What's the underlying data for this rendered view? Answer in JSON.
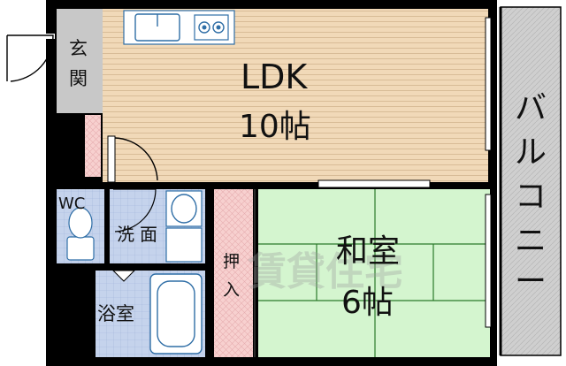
{
  "rooms": {
    "ldk_name": "LDK",
    "ldk_size": "10帖",
    "washitsu_name": "和室",
    "washitsu_size": "6帖",
    "genkan": [
      "玄",
      "関"
    ],
    "wc": "WC",
    "senmen": [
      "洗",
      "面"
    ],
    "yokushitsu": "浴室",
    "oshiire": [
      "押",
      "入"
    ],
    "balcony": [
      "バ",
      "ル",
      "コ",
      "ニ",
      "ー"
    ]
  },
  "watermark": "賃貸住宅",
  "colors": {
    "wall": "#000000",
    "ldk_floor": "#f1d9b8",
    "ldk_stripe": "#d8bc97",
    "tatami": "#d4f5cf",
    "tatami_line": "#2b7a2b",
    "oshiire": "#f7d0cf",
    "wet_area": "#c5d3ec",
    "genkan": "#c8c8c8",
    "balcony": "#cfcfcf",
    "fixture_fill": "#ffffff",
    "fixture_line": "#2f6ea6"
  },
  "icons": [
    "door-swing-icon",
    "sink-icon",
    "stove-icon",
    "toilet-icon",
    "washbasin-icon",
    "bathtub-icon"
  ]
}
